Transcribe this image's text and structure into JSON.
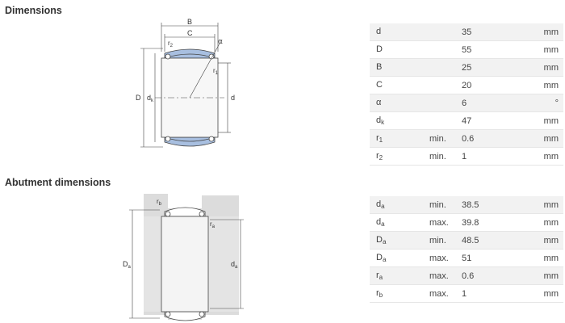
{
  "dimensions": {
    "title": "Dimensions",
    "drawing_labels": {
      "B": "B",
      "C": "C",
      "alpha": "α",
      "r2": "r",
      "r2_sub": "2",
      "r1": "r",
      "r1_sub": "1",
      "D": "D",
      "dk": "d",
      "dk_sub": "k",
      "d": "d"
    },
    "rows": [
      {
        "sym": "d",
        "sub": "",
        "limit": "",
        "value": "35",
        "unit": "mm"
      },
      {
        "sym": "D",
        "sub": "",
        "limit": "",
        "value": "55",
        "unit": "mm"
      },
      {
        "sym": "B",
        "sub": "",
        "limit": "",
        "value": "25",
        "unit": "mm"
      },
      {
        "sym": "C",
        "sub": "",
        "limit": "",
        "value": "20",
        "unit": "mm"
      },
      {
        "sym": "α",
        "sub": "",
        "limit": "",
        "value": "6",
        "unit": "°"
      },
      {
        "sym": "d",
        "sub": "k",
        "limit": "",
        "value": "47",
        "unit": "mm"
      },
      {
        "sym": "r",
        "sub": "1",
        "limit": "min.",
        "value": "0.6",
        "unit": "mm"
      },
      {
        "sym": "r",
        "sub": "2",
        "limit": "min.",
        "value": "1",
        "unit": "mm"
      }
    ]
  },
  "abutment": {
    "title": "Abutment dimensions",
    "drawing_labels": {
      "rb": "r",
      "rb_sub": "b",
      "ra": "r",
      "ra_sub": "a",
      "Da": "D",
      "Da_sub": "a",
      "da": "d",
      "da_sub": "a"
    },
    "rows": [
      {
        "sym": "d",
        "sub": "a",
        "limit": "min.",
        "value": "38.5",
        "unit": "mm"
      },
      {
        "sym": "d",
        "sub": "a",
        "limit": "max.",
        "value": "39.8",
        "unit": "mm"
      },
      {
        "sym": "D",
        "sub": "a",
        "limit": "min.",
        "value": "48.5",
        "unit": "mm"
      },
      {
        "sym": "D",
        "sub": "a",
        "limit": "max.",
        "value": "51",
        "unit": "mm"
      },
      {
        "sym": "r",
        "sub": "a",
        "limit": "max.",
        "value": "0.6",
        "unit": "mm"
      },
      {
        "sym": "r",
        "sub": "b",
        "limit": "max.",
        "value": "1",
        "unit": "mm"
      }
    ]
  },
  "colors": {
    "ring_blue": "#a8bfe0",
    "ring_grey": "#dcdcdc",
    "line": "#444444",
    "row_shade": "#f2f2f2"
  }
}
